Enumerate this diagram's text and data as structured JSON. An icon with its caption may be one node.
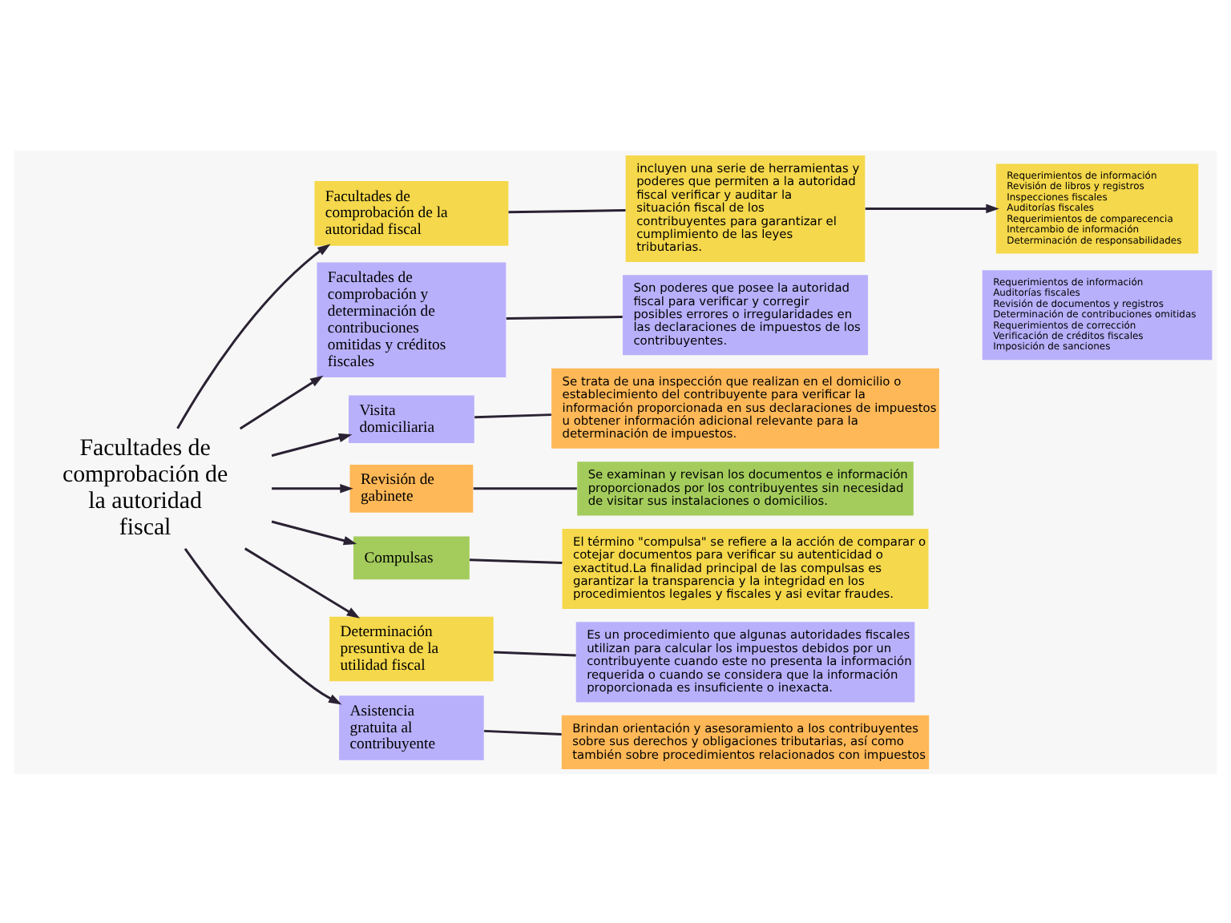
{
  "diagram": {
    "nodes": [
      {
        "text": [
          "Facultades de comprobación de la autoridad fiscal"
        ]
      },
      {
        "text": [
          "Facultades de comprobación de la autoridad fiscal"
        ]
      },
      {
        "text": [
          "incluyen una serie de herramientas y poderes que permiten a la autoridad fiscal verificar y auditar la situación fiscal de los contribuyentes para garantizar el cumplimiento de las leyes tributarias."
        ]
      },
      {
        "text": [
          "Requerimientos de información",
          "Revisión de libros y registros",
          "Inspecciones fiscales",
          "Auditorías fiscales",
          "Requerimientos de comparecencia",
          "Intercambio de información",
          "Determinación de responsabilidades"
        ]
      },
      {
        "text": [
          "Facultades de comprobación y determinación de contribuciones omitidas y créditos fiscales"
        ]
      },
      {
        "text": [
          "Son poderes que posee la autoridad fiscal para verificar y corregir posibles errores o irregularidades en las declaraciones de impuestos de los contribuyentes."
        ]
      },
      {
        "text": [
          "Requerimientos de información",
          "Auditorías fiscales",
          "Revisión de documentos y registros",
          "Determinación de contribuciones omitidas",
          "Requerimientos de corrección",
          "Verificación de créditos fiscales",
          "Imposición de sanciones"
        ]
      },
      {
        "text": [
          "Visita domiciliaria"
        ]
      },
      {
        "text": [
          "Se trata de una inspección que realizan en el domicilio o establecimiento del contribuyente para verificar la información proporcionada en sus declaraciones de impuestos u obtener información adicional relevante para la determinación de impuestos."
        ]
      },
      {
        "text": [
          "Revisión de gabinete"
        ]
      },
      {
        "text": [
          "Se examinan y revisan los documentos e información proporcionados por los contribuyentes sin necesidad de visitar sus instalaciones o domicilios."
        ]
      },
      {
        "text": [
          "Compulsas"
        ]
      },
      {
        "text": [
          "El término \"compulsa\" se refiere a la acción de comparar o cotejar documentos para verificar su autenticidad o exactitud.La finalidad principal de las compulsas es garantizar la transparencia y la integridad en los procedimientos legales y fiscales y asi evitar fraudes."
        ]
      },
      {
        "text": [
          "Determinación presuntiva de la utilidad fiscal"
        ]
      },
      {
        "text": [
          "Es un procedimiento que algunas autoridades fiscales utilizan para calcular los impuestos debidos por un contribuyente cuando este no presenta la información requerida o cuando se considera que la información proporcionada es insuficiente o inexacta."
        ]
      },
      {
        "text": [
          "Asistencia gratuita al contribuyente"
        ]
      },
      {
        "text": [
          "Brindan orientación y asesoramiento a los contribuyentes sobre sus derechos y obligaciones tributarias, así como también sobre procedimientos relacionados con impuestos"
        ]
      }
    ],
    "edges": [
      {
        "from": 0,
        "to": 1,
        "arrow": "to"
      },
      {
        "from": 1,
        "to": 2,
        "arrow": "none"
      },
      {
        "from": 2,
        "to": 3,
        "arrow": "to"
      },
      {
        "from": 0,
        "to": 4,
        "arrow": "to"
      },
      {
        "from": 4,
        "to": 5,
        "arrow": "none"
      },
      {
        "from": 0,
        "to": 7,
        "arrow": "to"
      },
      {
        "from": 7,
        "to": 8,
        "arrow": "none"
      },
      {
        "from": 0,
        "to": 9,
        "arrow": "to"
      },
      {
        "from": 9,
        "to": 10,
        "arrow": "none"
      },
      {
        "from": 0,
        "to": 11,
        "arrow": "to"
      },
      {
        "from": 11,
        "to": 12,
        "arrow": "none"
      },
      {
        "from": 0,
        "to": 13,
        "arrow": "to"
      },
      {
        "from": 13,
        "to": 14,
        "arrow": "none"
      },
      {
        "from": 0,
        "to": 15,
        "arrow": "to"
      },
      {
        "from": 15,
        "to": 16,
        "arrow": "none"
      }
    ]
  }
}
